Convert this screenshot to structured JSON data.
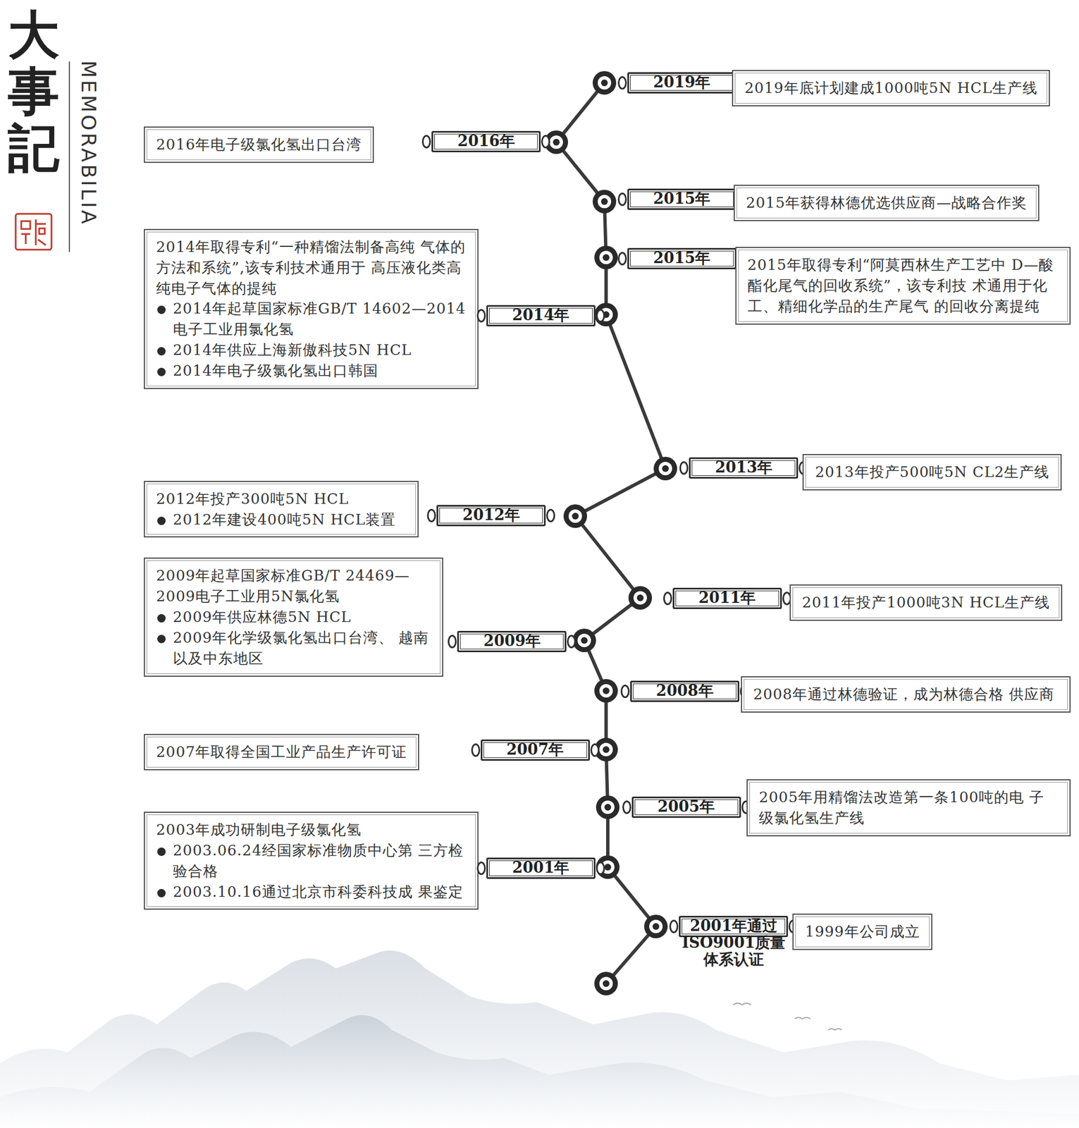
{
  "diagram": {
    "title": "大事記",
    "nodes": [
      {
        "text": [
          "2019年"
        ]
      },
      {
        "text": [
          "2019年底计划建成1000吨5N HCL生产线"
        ]
      },
      {
        "text": [
          "2016年电子级氯化氢出口台湾"
        ]
      },
      {
        "text": [
          "2016年"
        ]
      },
      {
        "text": [
          "2015年"
        ]
      },
      {
        "text": [
          "2015年获得林德优选供应商—战略合作奖"
        ]
      },
      {
        "text": [
          "2015年"
        ]
      },
      {
        "text": [
          "2015年取得专利“阿莫西林生产工艺中 D—酸酯化尾气的回收系统”，该专利技 术通用于化工、精细化学品的生产尾气 的回收分离提纯"
        ]
      },
      {
        "text": [
          "2014年取得专利“一种精馏法制备高纯 气体的方法和系统”,该专利技术通用于 高压液化类高纯电子气体的提纯",
          "2014年起草国家标准GB/T 14602—2014 电子工业用氯化氢",
          "2014年供应上海新傲科技5N HCL",
          "2014年电子级氯化氢出口韩国"
        ]
      },
      {
        "text": [
          "2014年"
        ]
      },
      {
        "text": [
          "2013年"
        ]
      },
      {
        "text": [
          "2013年投产500吨5N CL2生产线"
        ]
      },
      {
        "text": [
          "2012年投产300吨5N HCL",
          "2012年建设400吨5N HCL装置"
        ]
      },
      {
        "text": [
          "2012年"
        ]
      },
      {
        "text": [
          "2011年"
        ]
      },
      {
        "text": [
          "2011年投产1000吨3N HCL生产线"
        ]
      },
      {
        "text": [
          "2009年起草国家标准GB/T 24469—2009电子工业用5N氯化氢",
          "2009年供应林德5N HCL",
          "2009年化学级氯化氢出口台湾、 越南以及中东地区"
        ]
      },
      {
        "text": [
          "2009年"
        ]
      },
      {
        "text": [
          "2008年"
        ]
      },
      {
        "text": [
          "2008年通过林德验证，成为林德合格 供应商"
        ]
      },
      {
        "text": [
          "2007年取得全国工业产品生产许可证"
        ]
      },
      {
        "text": [
          "2007年"
        ]
      },
      {
        "text": [
          "2005年"
        ]
      },
      {
        "text": [
          "2005年用精馏法改造第一条100吨的电 子级氯化氢生产线"
        ]
      },
      {
        "text": [
          "2003年成功研制电子级氯化氢",
          "2003.06.24经国家标准物质中心第 三方检验合格",
          "2003.10.16通过北京市科委科技成 果鉴定"
        ]
      },
      {
        "text": [
          "2001年"
        ]
      },
      {
        "text": [
          "2001年通过ISO9001质量体系认证"
        ]
      },
      {
        "text": [
          "1999年公司成立"
        ]
      }
    ],
    "labels": [
      "MEMORABILIA"
    ]
  }
}
